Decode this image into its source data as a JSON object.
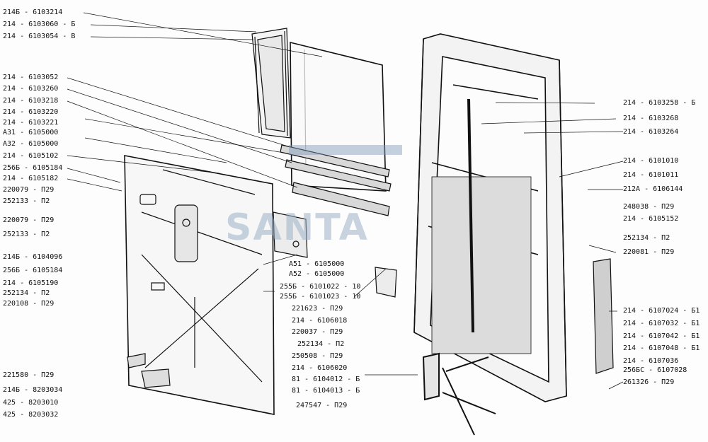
{
  "watermark": "SANTA",
  "labels_left": [
    {
      "id": "l1",
      "text": "214Б - 6103214"
    },
    {
      "id": "l2",
      "text": "214 - 6103060 - Б"
    },
    {
      "id": "l3",
      "text": "214 - 6103054 - В"
    },
    {
      "id": "l4",
      "text": "214 - 6103052"
    },
    {
      "id": "l5",
      "text": "214 - 6103260"
    },
    {
      "id": "l6",
      "text": "214 - 6103218"
    },
    {
      "id": "l7",
      "text": "214 - 6103220"
    },
    {
      "id": "l8",
      "text": "214 - 6103221"
    },
    {
      "id": "l9",
      "text": "А31 - 6105000"
    },
    {
      "id": "l10",
      "text": "А32 - 6105000"
    },
    {
      "id": "l11",
      "text": "214 - 6105102"
    },
    {
      "id": "l12",
      "text": "256Б - 6105184"
    },
    {
      "id": "l13",
      "text": "214 - 6105182"
    },
    {
      "id": "l14",
      "text": "220079 - П29"
    },
    {
      "id": "l15",
      "text": "252133 - П2"
    },
    {
      "id": "l16",
      "text": "220079 - П29"
    },
    {
      "id": "l17",
      "text": "252133 - П2"
    },
    {
      "id": "l18",
      "text": "214Б - 6104096"
    },
    {
      "id": "l19",
      "text": "256Б - 6105184"
    },
    {
      "id": "l20",
      "text": "214 - 6105190"
    },
    {
      "id": "l21",
      "text": "252134 - П2"
    },
    {
      "id": "l22",
      "text": "220108 - П29"
    },
    {
      "id": "l23",
      "text": "221580 - П29"
    },
    {
      "id": "l24",
      "text": "214Б - 8203034"
    },
    {
      "id": "l25",
      "text": "425 - 8203010"
    },
    {
      "id": "l26",
      "text": "425 - 8203032"
    }
  ],
  "labels_center": [
    {
      "id": "c1",
      "text": "А51 - 6105000"
    },
    {
      "id": "c2",
      "text": "А52 - 6105000"
    },
    {
      "id": "c3",
      "text": "255Б - 6101022 - 10"
    },
    {
      "id": "c4",
      "text": "255Б - 6101023 - 10"
    },
    {
      "id": "c5",
      "text": "221623 - П29"
    },
    {
      "id": "c6",
      "text": "214 - 6106018"
    },
    {
      "id": "c7",
      "text": "220037 - П29"
    },
    {
      "id": "c8",
      "text": "252134 - П2"
    },
    {
      "id": "c9",
      "text": "250508 - П29"
    },
    {
      "id": "c10",
      "text": "214 - 6106020"
    },
    {
      "id": "c11",
      "text": "81 - 6104012 - Б"
    },
    {
      "id": "c12",
      "text": "81 - 6104013 - Б"
    },
    {
      "id": "c13",
      "text": "247547 - П29"
    }
  ],
  "labels_right": [
    {
      "id": "r1",
      "text": "214 - 6103258 - Б"
    },
    {
      "id": "r2",
      "text": "214 - 6103268"
    },
    {
      "id": "r3",
      "text": "214 - 6103264"
    },
    {
      "id": "r4",
      "text": "214 - 6101010"
    },
    {
      "id": "r5",
      "text": "214 - 6101011"
    },
    {
      "id": "r6",
      "text": "212А - 6106144"
    },
    {
      "id": "r7",
      "text": "248038 - П29"
    },
    {
      "id": "r8",
      "text": "214 - 6105152"
    },
    {
      "id": "r9",
      "text": "252134 - П2"
    },
    {
      "id": "r10",
      "text": "220081 - П29"
    },
    {
      "id": "r11",
      "text": "214 - 6107024 - Б1"
    },
    {
      "id": "r12",
      "text": "214 - 6107032 - Б1"
    },
    {
      "id": "r13",
      "text": "214 - 6107042 - Б1"
    },
    {
      "id": "r14",
      "text": "214 - 6107048 - Б1"
    },
    {
      "id": "r15",
      "text": "214 - 6107036"
    },
    {
      "id": "r16",
      "text": "256БС - 6107028"
    },
    {
      "id": "r17",
      "text": "261326 - П29"
    }
  ]
}
